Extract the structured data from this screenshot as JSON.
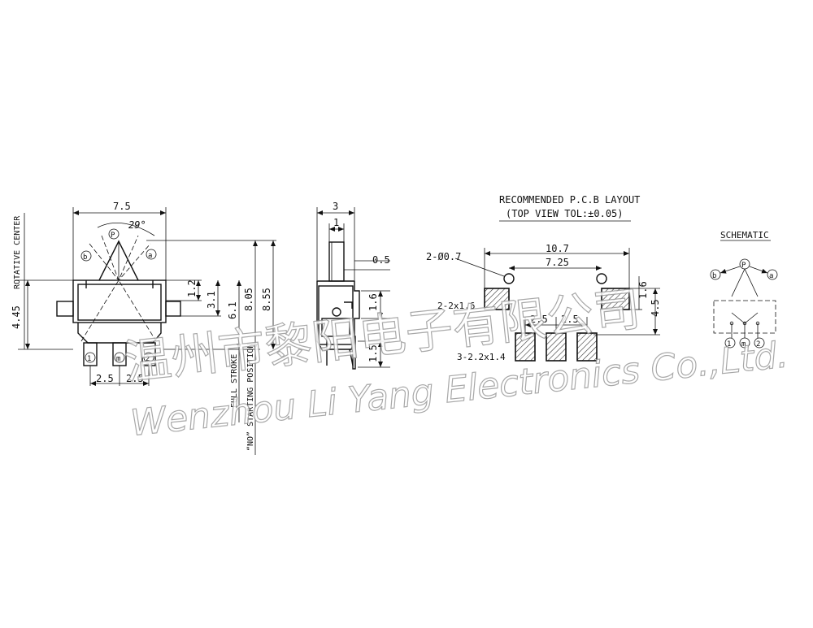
{
  "front_view": {
    "width": "7.5",
    "angle": "29°",
    "rotative_center": "ROTATIVE CENTER",
    "height_left": "4.45",
    "dim_1_2": "1.2",
    "dim_3_1": "3.1",
    "dim_6_1": "6.1",
    "dim_8_05": "8.05",
    "dim_8_55": "8.55",
    "pitch_1": "2.5",
    "pitch_2": "2.5",
    "full_stroke": "FULL STROKE",
    "no_start": "“NO” STARTING POSITION",
    "pin_p": "P",
    "pin_a": "a",
    "pin_b": "b",
    "pin_1": "1",
    "pin_c": "m",
    "pin_2": "2"
  },
  "side_view": {
    "width": "3",
    "stem": "1",
    "dim_0_5": "0.5",
    "dim_1_6": "1.6",
    "dim_1_5": "1.5"
  },
  "pcb_layout": {
    "title": "RECOMMENDED P.C.B LAYOUT",
    "subtitle": "(TOP VIEW TOL:±0.05)",
    "hole_callout": "2-Ø0.7",
    "width_10_7": "10.7",
    "width_7_25": "7.25",
    "pad_2x1_6": "2-2x1.6",
    "pad_3_2_2x1_4": "3-2.2x1.4",
    "dim_1_6": "1.6",
    "dim_4_5": "4.5",
    "pitch_1": "2.5",
    "pitch_2": "2.5"
  },
  "schematic": {
    "title": "SCHEMATIC",
    "pin_p": "P",
    "pin_a": "a",
    "pin_b": "b",
    "pin_1": "1",
    "pin_c": "m",
    "pin_2": "2"
  },
  "watermark": {
    "chinese": "温州市黎阳电子有限公司",
    "english": "Wenzhou Li Yang Electronics Co.,Ltd."
  }
}
